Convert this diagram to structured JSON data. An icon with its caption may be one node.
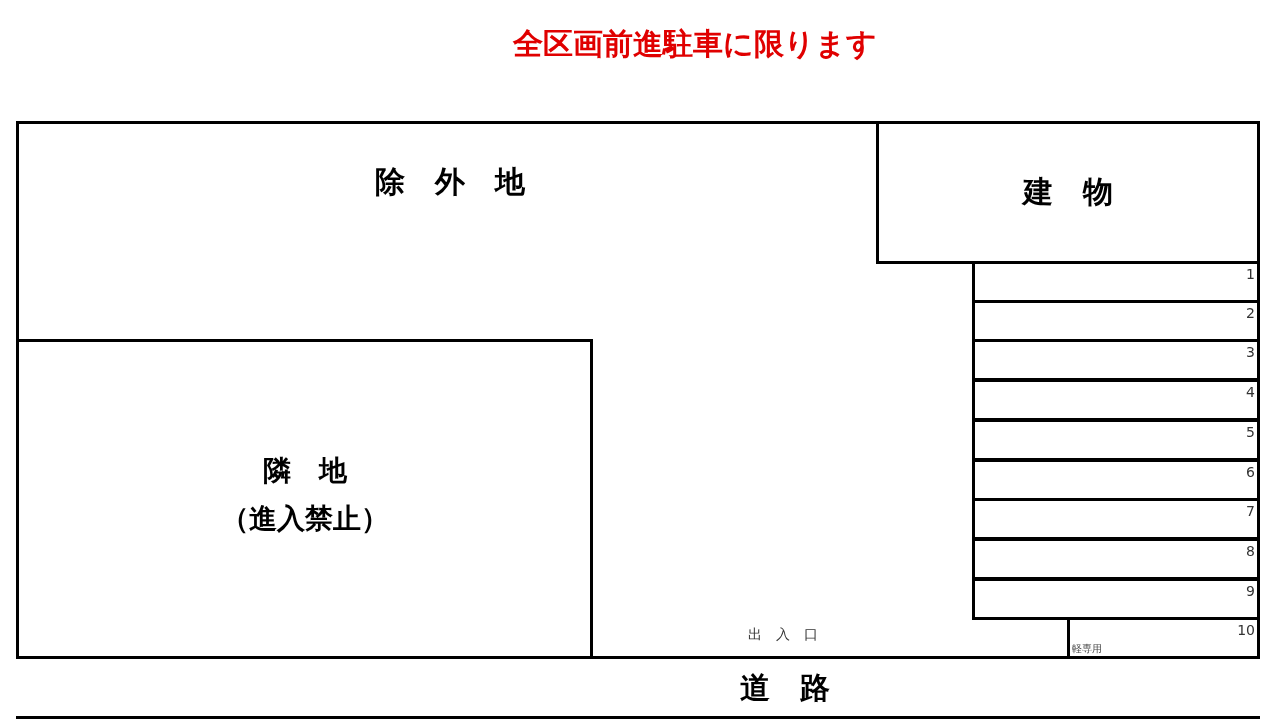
{
  "diagram": {
    "nodes": [
      {
        "text": [
          "建　物"
        ]
      },
      {
        "text": [
          "隣　地",
          "（進入禁止）"
        ]
      },
      {
        "text": [
          "1"
        ]
      },
      {
        "text": [
          "2"
        ]
      },
      {
        "text": [
          "3"
        ]
      },
      {
        "text": [
          "4"
        ]
      },
      {
        "text": [
          "5"
        ]
      },
      {
        "text": [
          "6"
        ]
      },
      {
        "text": [
          "7"
        ]
      },
      {
        "text": [
          "8"
        ]
      },
      {
        "text": [
          "9"
        ]
      },
      {
        "text": [
          "10",
          "軽専用"
        ]
      }
    ],
    "labels": [
      "全区画前進駐車に限ります",
      "除　外　地",
      "出　入　口",
      "道　路"
    ]
  }
}
